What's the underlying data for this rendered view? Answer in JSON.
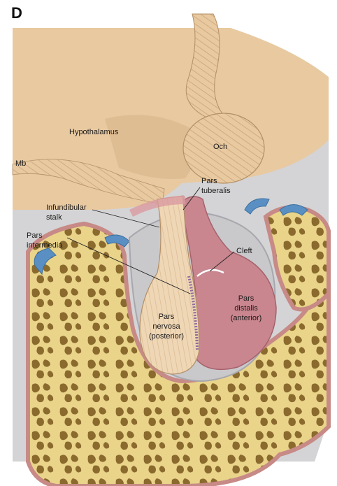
{
  "panel_letter": "D",
  "labels": {
    "hypothalamus": "Hypothalamus",
    "och": "Och",
    "mb": "Mb",
    "pars_tuberalis_1": "Pars",
    "pars_tuberalis_2": "tuberalis",
    "infundibular_1": "Infundibular",
    "infundibular_2": "stalk",
    "pars_intermedia_1": "Pars",
    "pars_intermedia_2": "intermedia",
    "cleft": "Cleft",
    "pars_distalis_1": "Pars",
    "pars_distalis_2": "distalis",
    "pars_distalis_3": "(anterior)",
    "pars_nervosa_1": "Pars",
    "pars_nervosa_2": "nervosa",
    "pars_nervosa_3": "(posterior)"
  },
  "colors": {
    "brain_tissue": "#e8c9a0",
    "brain_shadow": "#c9a47c",
    "background_gray": "#d4d4d6",
    "bone": "#e9d48a",
    "bone_spots": "#8b6a2e",
    "periosteum": "#c78a86",
    "blue_vessel": "#5a8fc4",
    "anterior_lobe": "#c9868f",
    "posterior_lobe": "#efd7b6"
  }
}
